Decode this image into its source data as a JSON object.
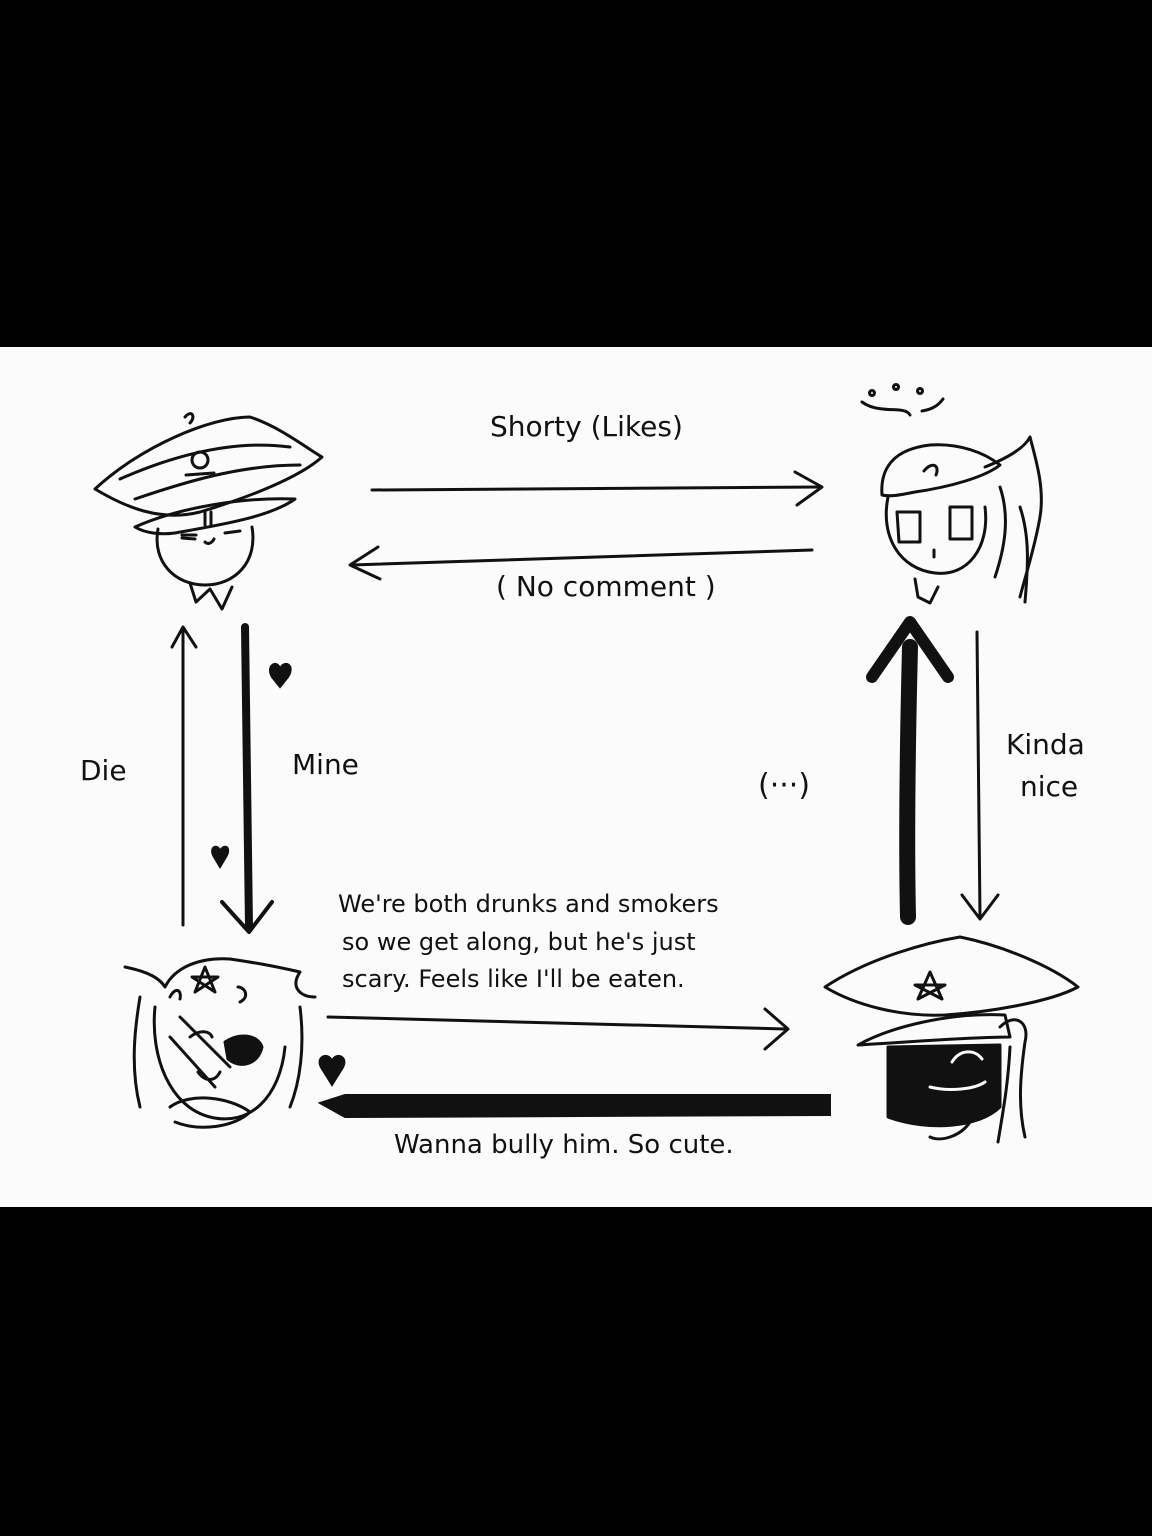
{
  "labels": {
    "shorty_likes": "Shorty (Likes)",
    "no_comment": "( No comment )",
    "die": "Die",
    "mine": "Mine",
    "ellipsis": "(···)",
    "kinda": "Kinda",
    "nice": "nice",
    "drunks_line1": "We're both drunks and smokers",
    "drunks_line2": "so we get along, but he's just",
    "drunks_line3": "scary. Feels like I'll be eaten.",
    "bully": "Wanna bully him. So cute."
  },
  "characters": [
    {
      "position": "top-left",
      "icon": "officer-cap-character"
    },
    {
      "position": "top-right",
      "icon": "side-cap-ponytail-character"
    },
    {
      "position": "bottom-left",
      "icon": "eyepatch-messy-hair-character"
    },
    {
      "position": "bottom-right",
      "icon": "star-cap-shadowed-character"
    }
  ],
  "colors": {
    "background": "#000000",
    "panel": "#fbfbfb",
    "ink": "#111111"
  }
}
